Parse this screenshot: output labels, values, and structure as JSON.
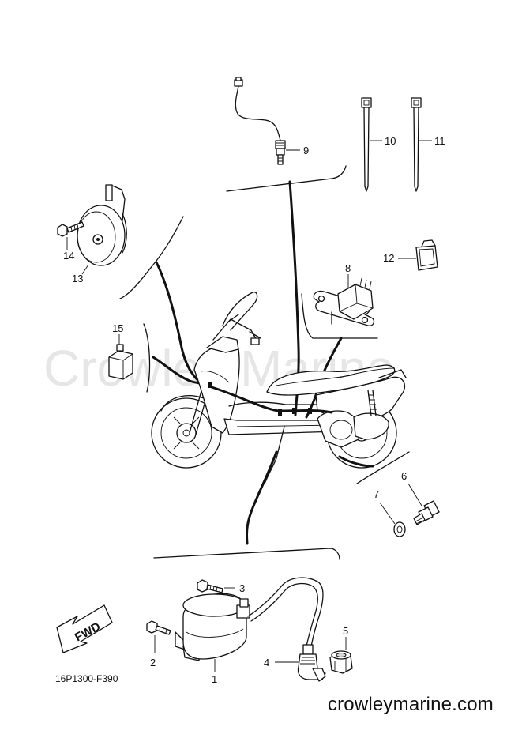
{
  "watermark": "Crowley Marine",
  "diagram_code": "16P1300-F390",
  "site": "crowleymarine.com",
  "fwd_label": "FWD",
  "callouts": {
    "p1": "1",
    "p2": "2",
    "p3": "3",
    "p4": "4",
    "p5": "5",
    "p6": "6",
    "p7": "7",
    "p8": "8",
    "p9": "9",
    "p10": "10",
    "p11": "11",
    "p12": "12",
    "p13": "13",
    "p14": "14",
    "p15": "15"
  }
}
